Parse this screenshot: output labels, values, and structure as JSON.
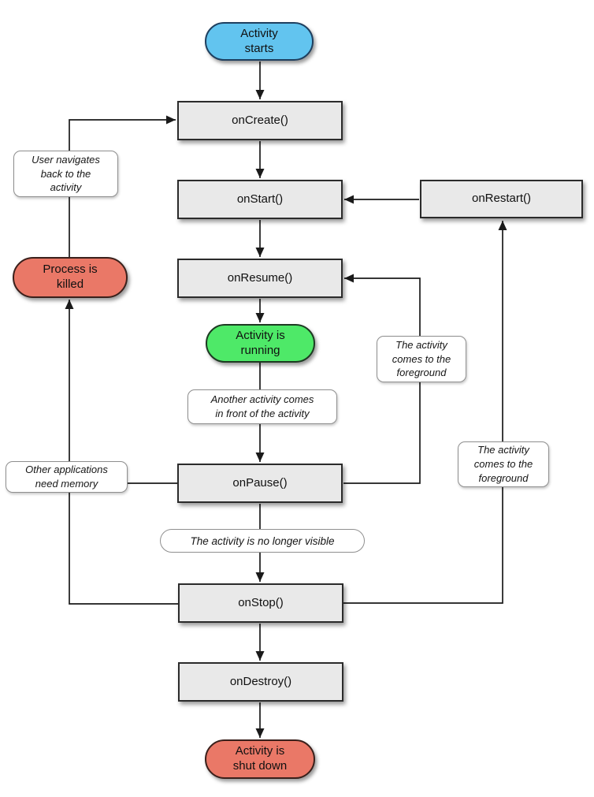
{
  "colors": {
    "background": "#ffffff",
    "box_fill": "#e9e9e9",
    "box_border": "#2b2b2b",
    "pill_blue": "#62c4ef",
    "pill_blue_border": "#1e3f5f",
    "pill_green": "#4ee968",
    "pill_green_border": "#1d3a22",
    "pill_red": "#ea7867",
    "pill_red_border": "#3a201b",
    "line": "#1a1a1a",
    "label_border": "#8f8f8f",
    "label_fill": "#ffffff"
  },
  "nodes": {
    "activity_starts": "Activity\nstarts",
    "on_create": "onCreate()",
    "on_start": "onStart()",
    "on_restart": "onRestart()",
    "on_resume": "onResume()",
    "activity_running": "Activity is\nrunning",
    "on_pause": "onPause()",
    "on_stop": "onStop()",
    "on_destroy": "onDestroy()",
    "activity_shut_down": "Activity is\nshut down",
    "process_killed": "Process is\nkilled"
  },
  "annotations": {
    "user_navigates": "User navigates\nback to the\nactivity",
    "other_apps": "Other applications\nneed memory",
    "another_activity": "Another activity comes\nin front of the activity",
    "foreground_right_upper": "The activity\ncomes to the\nforeground",
    "foreground_right_lower": "The activity\ncomes to the\nforeground",
    "no_longer_visible": "The activity is no longer visible"
  }
}
